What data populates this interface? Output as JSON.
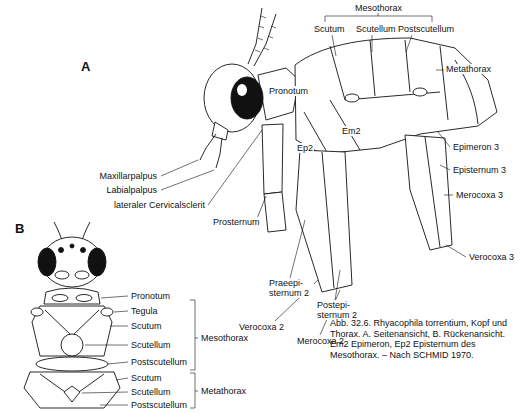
{
  "diagram": {
    "caption": "Abb. 32.6. Rhyacophila torrentium, Kopf und Thorax. A. Seitenansicht, B. Rückenansicht. Em2 Epimeron, Ep2 Episternum des Mesothorax. – Nach SCHMID 1970.",
    "labels": [
      "A",
      "Pronotum",
      "Mesothorax",
      "Scutum",
      "Scutellum",
      "Postscutellum",
      "Metathorax",
      "Epimeron 3",
      "Episternum 3",
      "Merocoxa 3",
      "Verocoxa 3",
      "Maxillarpalpus",
      "Labialpalpus",
      "lateraler Cervicalsclerit",
      "Prosternum",
      "Ep2",
      "Em2",
      "Praeepi- sternum 2",
      "Postepi- sternum 2",
      "Verocoxa 2",
      "Merocoxa 2",
      "B",
      "Pronotum",
      "Tegula",
      "Scutum",
      "Scutellum",
      "Postscutellum",
      "Mesothorax",
      "Scutum",
      "Scutellum",
      "Postscutellum",
      "Metathorax"
    ]
  }
}
